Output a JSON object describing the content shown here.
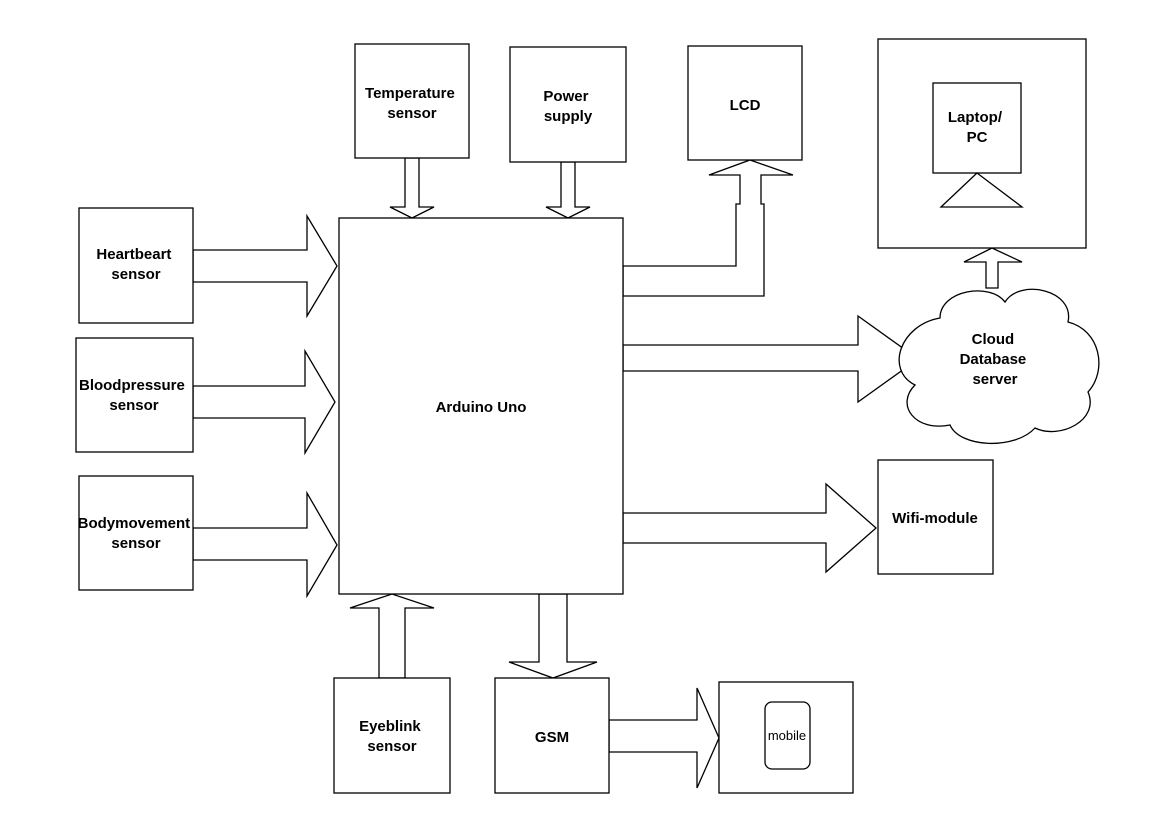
{
  "nodes": {
    "temperature_sensor": {
      "line1": "Temperature",
      "line2": "sensor"
    },
    "power_supply": {
      "line1": "Power",
      "line2": "supply"
    },
    "lcd": {
      "label": "LCD"
    },
    "laptop_pc": {
      "line1": "Laptop/",
      "line2": "PC"
    },
    "heartbeat_sensor": {
      "line1": "Heartbeart",
      "line2": "sensor"
    },
    "bloodpressure_sensor": {
      "line1": "Bloodpressure",
      "line2": "sensor"
    },
    "bodymovement_sensor": {
      "line1": "Bodymovement",
      "line2": "sensor"
    },
    "arduino_uno": {
      "label": "Arduino Uno"
    },
    "cloud_database_server": {
      "line1": "Cloud",
      "line2": "Database",
      "line3": "server"
    },
    "wifi_module": {
      "label": "Wifi-module"
    },
    "eyeblink_sensor": {
      "line1": "Eyeblink",
      "line2": "sensor"
    },
    "gsm": {
      "label": "GSM"
    },
    "mobile": {
      "label": "mobile"
    }
  },
  "edges": [
    {
      "from": "temperature_sensor",
      "to": "arduino_uno"
    },
    {
      "from": "power_supply",
      "to": "arduino_uno"
    },
    {
      "from": "arduino_uno",
      "to": "lcd"
    },
    {
      "from": "heartbeat_sensor",
      "to": "arduino_uno"
    },
    {
      "from": "bloodpressure_sensor",
      "to": "arduino_uno"
    },
    {
      "from": "bodymovement_sensor",
      "to": "arduino_uno"
    },
    {
      "from": "arduino_uno",
      "to": "cloud_database_server"
    },
    {
      "from": "cloud_database_server",
      "to": "laptop_pc"
    },
    {
      "from": "arduino_uno",
      "to": "wifi_module"
    },
    {
      "from": "eyeblink_sensor",
      "to": "arduino_uno"
    },
    {
      "from": "arduino_uno",
      "to": "gsm"
    },
    {
      "from": "gsm",
      "to": "mobile"
    }
  ],
  "colors": {
    "stroke": "#000000",
    "fill": "#ffffff"
  }
}
